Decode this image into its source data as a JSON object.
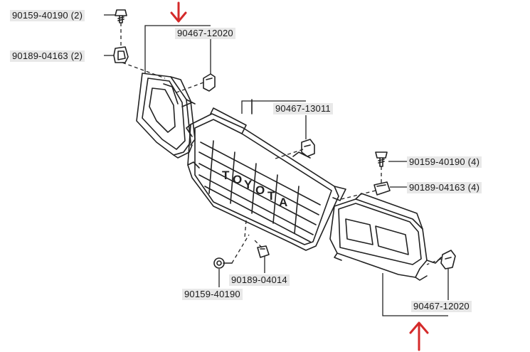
{
  "parts": [
    {
      "id": "p1",
      "part_no": "90159-40190",
      "qty": "(2)"
    },
    {
      "id": "p2",
      "part_no": "90189-04163",
      "qty": "(2)"
    },
    {
      "id": "p3",
      "part_no": "90467-12020",
      "qty": ""
    },
    {
      "id": "p4",
      "part_no": "90467-13011",
      "qty": ""
    },
    {
      "id": "p5",
      "part_no": "90159-40190",
      "qty": "(4)"
    },
    {
      "id": "p6",
      "part_no": "90189-04163",
      "qty": "(4)"
    },
    {
      "id": "p7",
      "part_no": "90189-04014",
      "qty": ""
    },
    {
      "id": "p8",
      "part_no": "90159-40190",
      "qty": ""
    },
    {
      "id": "p9",
      "part_no": "90467-12020",
      "qty": ""
    }
  ],
  "emblem_letters": [
    "T",
    "O",
    "Y",
    "O",
    "T",
    "A"
  ],
  "arrow_color": "#d42a2a",
  "line_color": "#222222"
}
